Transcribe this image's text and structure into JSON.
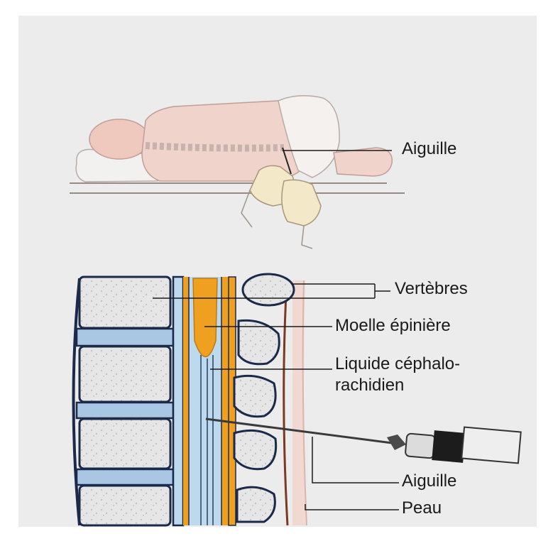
{
  "labels": {
    "needle_top": "Aiguille",
    "vertebrae": "Vertèbres",
    "spinal_cord": "Moelle épinière",
    "csf_line1": "Liquide céphalo-",
    "csf_line2": "rachidien",
    "needle_bottom": "Aiguille",
    "skin": "Peau"
  },
  "colors": {
    "background": "#ececec",
    "body_skin": "#f0d4cc",
    "bone": "#e4e4e4",
    "disc": "#a9c6e3",
    "spinal_cord": "#f0a020",
    "csf": "#bcd9ee",
    "skin_layer": "#f1d9d1",
    "outline": "#1b2a4a"
  }
}
